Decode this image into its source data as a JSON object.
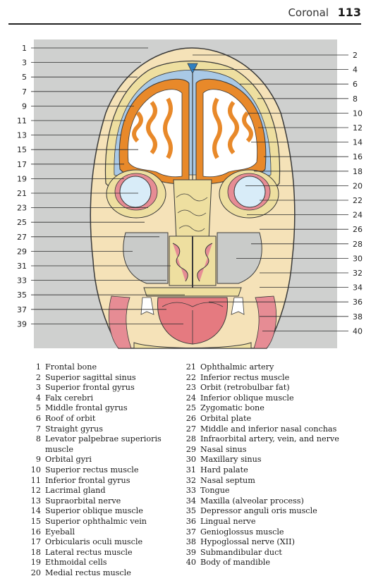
{
  "header": {
    "title": "Coronal",
    "page_number": "113"
  },
  "colors": {
    "skin": "#f5e2b8",
    "bone": "#eedfa0",
    "brain_cortex": "#e8892a",
    "white_matter": "#ffffff",
    "csf": "#a9c9e6",
    "eye": "#d8ecf8",
    "muscle": "#e68c94",
    "cavity": "#c9cbc9",
    "tongue": "#e57a80",
    "outline": "#3a3a3a"
  },
  "labels_left": [
    "1",
    "3",
    "5",
    "7",
    "9",
    "11",
    "13",
    "15",
    "17",
    "19",
    "21",
    "23",
    "25",
    "27",
    "29",
    "31",
    "33",
    "35",
    "37",
    "39"
  ],
  "labels_right": [
    "2",
    "4",
    "6",
    "8",
    "10",
    "12",
    "14",
    "16",
    "18",
    "20",
    "22",
    "24",
    "26",
    "28",
    "30",
    "32",
    "34",
    "36",
    "38",
    "40"
  ],
  "legend": [
    {
      "num": "1",
      "text": "Frontal bone"
    },
    {
      "num": "2",
      "text": "Superior sagittal sinus"
    },
    {
      "num": "3",
      "text": "Superior frontal gyrus"
    },
    {
      "num": "4",
      "text": "Falx cerebri"
    },
    {
      "num": "5",
      "text": "Middle frontal gyrus"
    },
    {
      "num": "6",
      "text": "Roof of orbit"
    },
    {
      "num": "7",
      "text": "Straight gyrus"
    },
    {
      "num": "8",
      "text": "Levator palpebrae superioris muscle"
    },
    {
      "num": "9",
      "text": "Orbital gyri"
    },
    {
      "num": "10",
      "text": "Superior rectus muscle"
    },
    {
      "num": "11",
      "text": "Inferior frontal gyrus"
    },
    {
      "num": "12",
      "text": "Lacrimal gland"
    },
    {
      "num": "13",
      "text": "Supraorbital nerve"
    },
    {
      "num": "14",
      "text": "Superior oblique muscle"
    },
    {
      "num": "15",
      "text": "Superior ophthalmic vein"
    },
    {
      "num": "16",
      "text": "Eyeball"
    },
    {
      "num": "17",
      "text": "Orbicularis oculi muscle"
    },
    {
      "num": "18",
      "text": "Lateral rectus muscle"
    },
    {
      "num": "19",
      "text": "Ethmoidal cells"
    },
    {
      "num": "20",
      "text": "Medial rectus muscle"
    },
    {
      "num": "21",
      "text": "Ophthalmic artery"
    },
    {
      "num": "22",
      "text": "Inferior rectus muscle"
    },
    {
      "num": "23",
      "text": "Orbit (retrobulbar fat)"
    },
    {
      "num": "24",
      "text": "Inferior oblique muscle"
    },
    {
      "num": "25",
      "text": "Zygomatic bone"
    },
    {
      "num": "26",
      "text": "Orbital plate"
    },
    {
      "num": "27",
      "text": "Middle and inferior nasal conchas"
    },
    {
      "num": "28",
      "text": "Infraorbital artery, vein, and nerve"
    },
    {
      "num": "29",
      "text": "Nasal sinus"
    },
    {
      "num": "30",
      "text": "Maxillary sinus"
    },
    {
      "num": "31",
      "text": "Hard palate"
    },
    {
      "num": "32",
      "text": "Nasal septum"
    },
    {
      "num": "33",
      "text": "Tongue"
    },
    {
      "num": "34",
      "text": "Maxilla (alveolar process)"
    },
    {
      "num": "35",
      "text": "Depressor anguli oris muscle"
    },
    {
      "num": "36",
      "text": "Lingual nerve"
    },
    {
      "num": "37",
      "text": "Genioglossus muscle"
    },
    {
      "num": "38",
      "text": "Hypoglossal nerve (XII)"
    },
    {
      "num": "39",
      "text": "Submandibular duct"
    },
    {
      "num": "40",
      "text": "Body of mandible"
    }
  ]
}
